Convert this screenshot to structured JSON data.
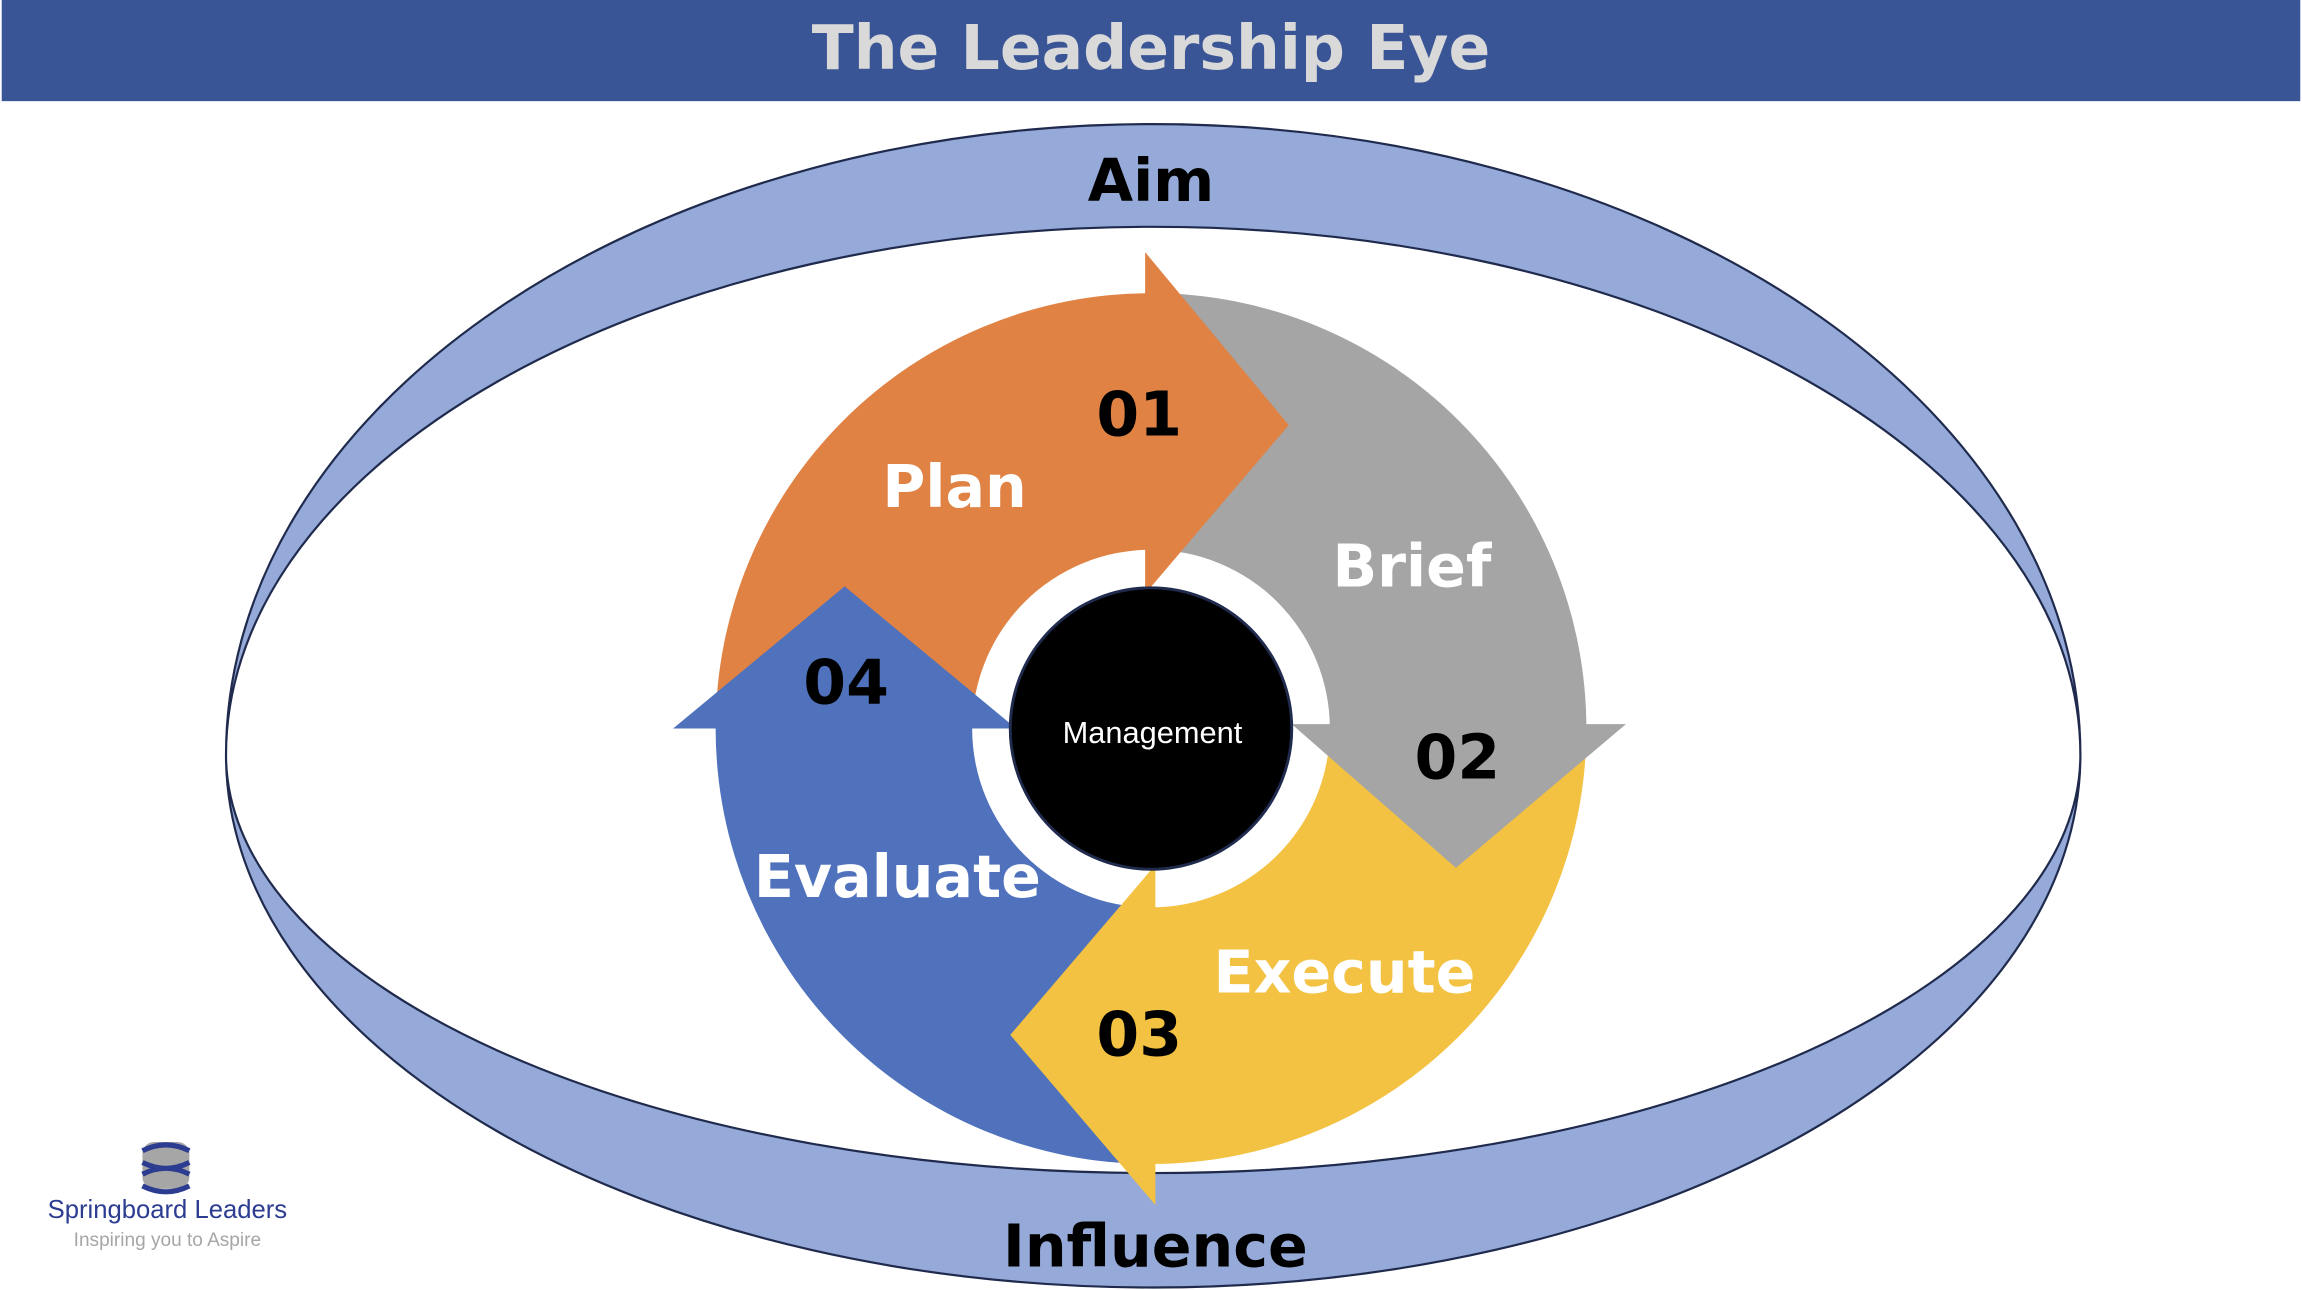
{
  "header": {
    "title": "The Leadership Eye"
  },
  "eye": {
    "top_label": "Aim",
    "bottom_label": "Influence"
  },
  "cycle": {
    "center_label": "Management",
    "steps": [
      {
        "number": "01",
        "label": "Plan",
        "color": "#df8244"
      },
      {
        "number": "02",
        "label": "Brief",
        "color": "#a5a5a5"
      },
      {
        "number": "03",
        "label": "Execute",
        "color": "#f3c242"
      },
      {
        "number": "04",
        "label": "Evaluate",
        "color": "#5072bd"
      }
    ]
  },
  "logo": {
    "name": "Springboard Leaders",
    "tagline": "Inspiring you to Aspire"
  },
  "colors": {
    "header": "#3a5596",
    "title": "#d9d9d9",
    "eye_band": "#95aad8",
    "eye_stroke": "#1f2a4d",
    "logo_navy": "#2c3d91",
    "logo_gray": "#a6a6a6"
  }
}
